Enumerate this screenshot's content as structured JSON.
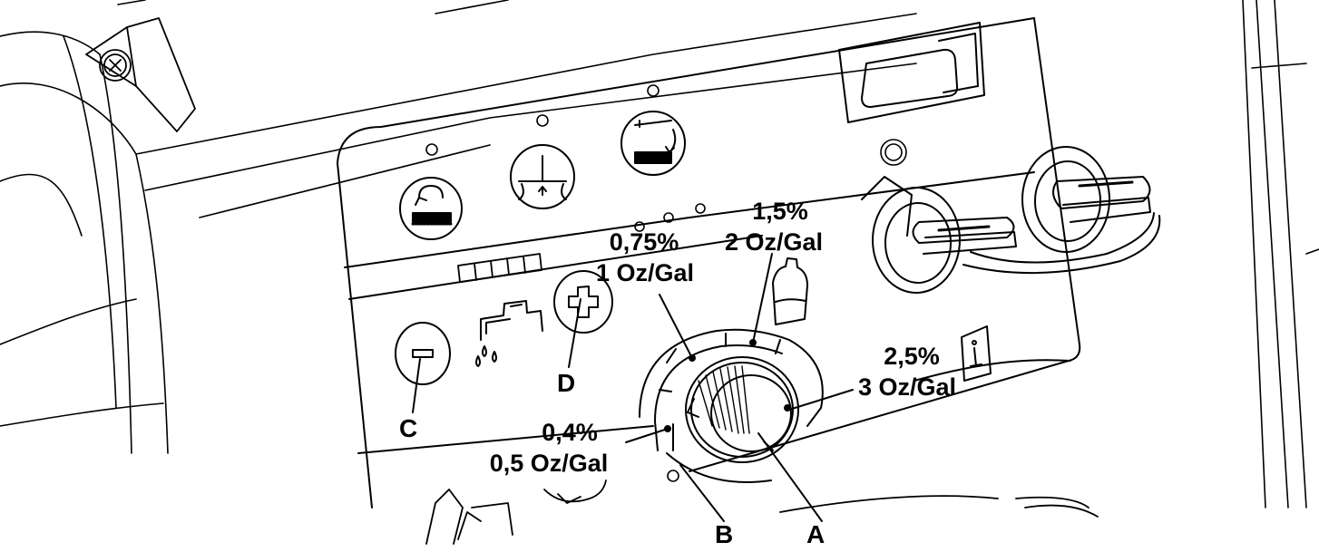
{
  "colors": {
    "ink": "#000000",
    "panel": "#ffffff",
    "accent": "#000000"
  },
  "dial_settings": {
    "setting_1": {
      "percent": "0,4%",
      "ounces": "0,5 Oz/Gal"
    },
    "setting_2": {
      "percent": "0,75%",
      "ounces": "1 Oz/Gal"
    },
    "setting_3": {
      "percent": "1,5%",
      "ounces": "2 Oz/Gal"
    },
    "setting_4": {
      "percent": "2,5%",
      "ounces": "3 Oz/Gal"
    }
  },
  "callouts": {
    "a": "A",
    "b": "B",
    "c": "C",
    "d": "D"
  },
  "icons": [
    "brush-head-icon",
    "squeegee-icon",
    "brush-deck-icon",
    "water-tap-icon",
    "minus-button-icon",
    "plus-button-icon",
    "detergent-bottle-icon",
    "info-icon",
    "key-switch-icon",
    "dosing-knob-icon"
  ]
}
